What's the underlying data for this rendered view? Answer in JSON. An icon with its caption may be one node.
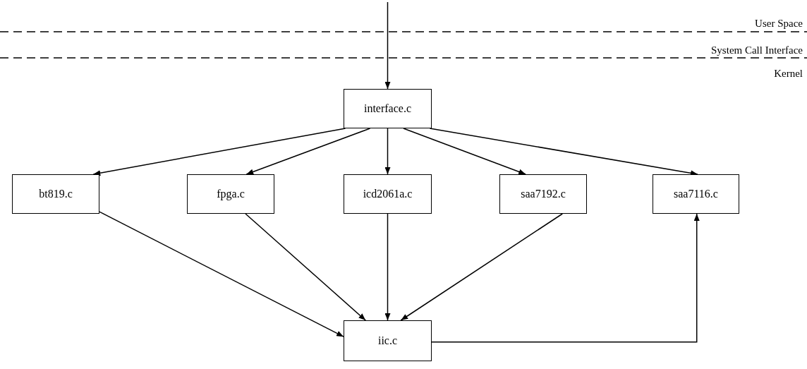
{
  "diagram": {
    "nodes": [
      {
        "text": [
          "interface.c"
        ]
      },
      {
        "text": [
          "bt819.c"
        ]
      },
      {
        "text": [
          "fpga.c"
        ]
      },
      {
        "text": [
          "icd2061a.c"
        ]
      },
      {
        "text": [
          "saa7192.c"
        ]
      },
      {
        "text": [
          "saa7116.c"
        ]
      },
      {
        "text": [
          "iic.c"
        ]
      }
    ],
    "edges": [
      {
        "from": null,
        "to": 0,
        "arrow": "to"
      },
      {
        "from": 0,
        "to": 1,
        "arrow": "to"
      },
      {
        "from": 0,
        "to": 2,
        "arrow": "to"
      },
      {
        "from": 0,
        "to": 3,
        "arrow": "to"
      },
      {
        "from": 0,
        "to": 4,
        "arrow": "to"
      },
      {
        "from": 0,
        "to": 5,
        "arrow": "to"
      },
      {
        "from": 1,
        "to": 6,
        "arrow": "to"
      },
      {
        "from": 2,
        "to": 6,
        "arrow": "to"
      },
      {
        "from": 3,
        "to": 6,
        "arrow": "to"
      },
      {
        "from": 4,
        "to": 6,
        "arrow": "to"
      },
      {
        "from": 6,
        "to": 5,
        "arrow": "to"
      }
    ],
    "labels": [
      "User Space",
      "System Call Interface",
      "Kernel"
    ]
  }
}
